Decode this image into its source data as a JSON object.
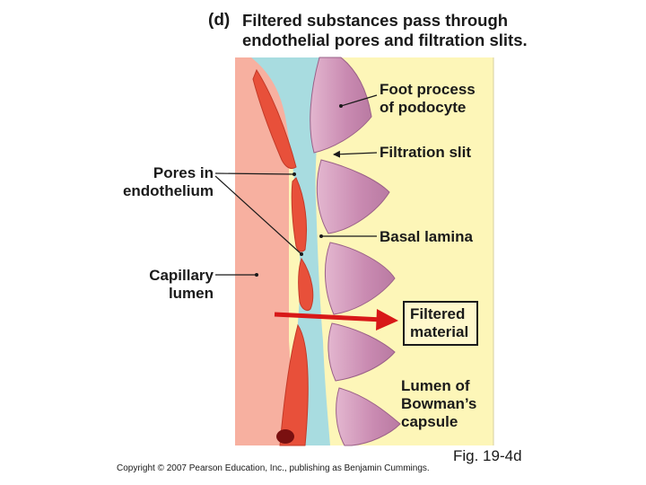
{
  "header": {
    "panel_letter": "(d)",
    "title_line1": "Filtered substances pass through",
    "title_line2": "endothelial pores and filtration slits."
  },
  "labels": {
    "foot_process_line1": "Foot process",
    "foot_process_line2": "of podocyte",
    "filtration_slit": "Filtration slit",
    "pores_line1": "Pores in",
    "pores_line2": "endothelium",
    "basal_lamina": "Basal lamina",
    "capillary_line1": "Capillary",
    "capillary_line2": "lumen",
    "filtered_line1": "Filtered",
    "filtered_line2": "material",
    "bowman_line1": "Lumen of",
    "bowman_line2": "Bowman’s",
    "bowman_line3": "capsule"
  },
  "figure_number": "Fig. 19-4d",
  "copyright": "Copyright © 2007 Pearson Education, Inc., publishing as Benjamin Cummings.",
  "colors": {
    "capillary": "#f7b0a0",
    "endothelium": "#e8503a",
    "basal_lamina": "#a8dce0",
    "bowman_lumen": "#fdf6b8",
    "podocyte": "#cc8fb4",
    "arrow": "#d81818"
  }
}
